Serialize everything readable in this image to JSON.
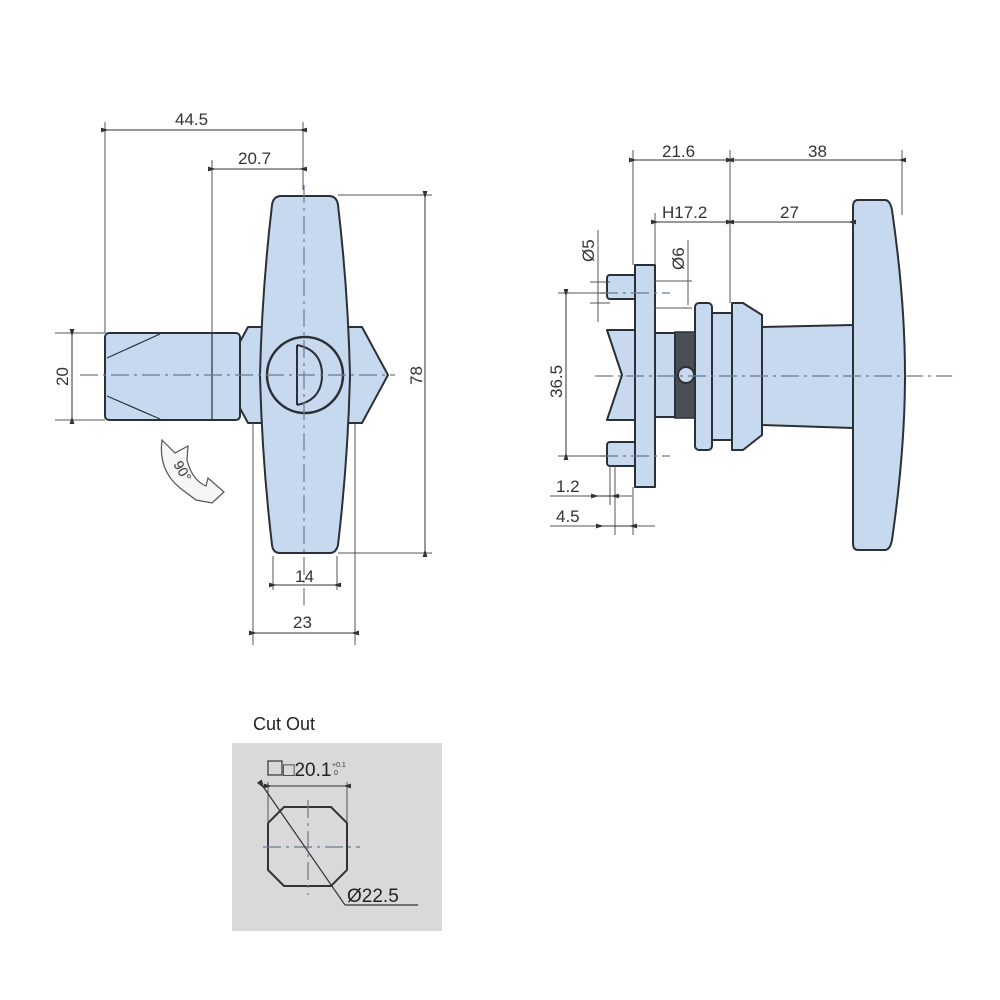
{
  "front_view": {
    "dims": {
      "overall_length": "44.5",
      "shaft_offset": "20.7",
      "handle_height": "78",
      "shaft_height": "20",
      "handle_end_width": "14",
      "body_width": "23",
      "rotation": "90°"
    }
  },
  "side_view": {
    "dims": {
      "body_depth": "21.6",
      "handle_projection": "38",
      "grip_length": "H17.2",
      "shank_length": "27",
      "stud_dia": "Ø5",
      "hole_dia": "Ø6",
      "stud_spacing": "36.5",
      "stud_offset_small": "1.2",
      "plate_thickness": "4.5"
    }
  },
  "cutout": {
    "title": "Cut Out",
    "square_size": "□20.1",
    "tolerance_upper": "+0.1",
    "tolerance_lower": "0",
    "diameter": "Ø22.5"
  },
  "colors": {
    "part_fill": "#c6d9ef",
    "panel_bg": "#d9d9d9",
    "outline": "#2b2f36"
  }
}
